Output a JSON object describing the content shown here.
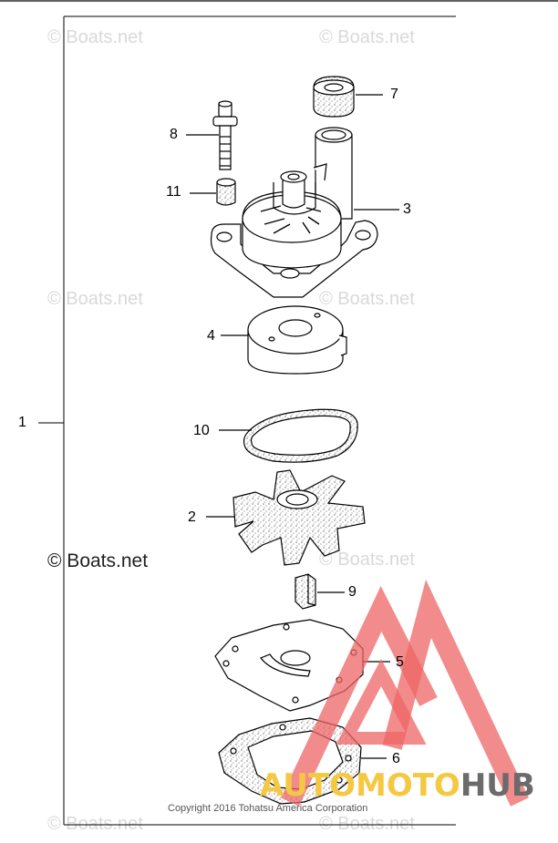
{
  "watermarks": {
    "light": "© Boats.net",
    "dark": "© Boats.net"
  },
  "callouts": {
    "c1": "1",
    "c2": "2",
    "c3": "3",
    "c4": "4",
    "c5": "5",
    "c6": "6",
    "c7": "7",
    "c8": "8",
    "c9": "9",
    "c10": "10",
    "c11": "11"
  },
  "copyright": "Copyright 2016 Tohatsu America Corporation",
  "logo": {
    "part1": "AUTO",
    "part2": "MOTO",
    "part3": "HUB"
  },
  "colors": {
    "logo_red": "#ee6666",
    "logo_yellow": "#f5c842",
    "logo_gray": "#6b6b6b",
    "line": "#000000",
    "watermark": "#d9d9d9"
  }
}
